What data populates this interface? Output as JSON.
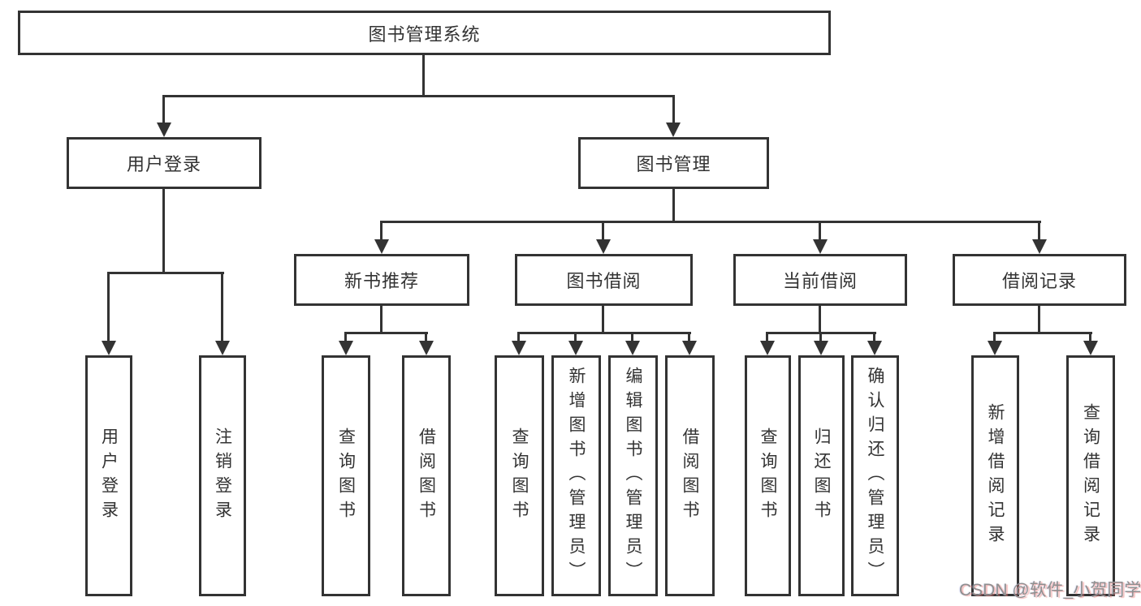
{
  "diagram_type": "hierarchy-tree",
  "colors": {
    "line": "#333333",
    "text": "#333333",
    "background": "#ffffff",
    "watermark": "#8f8f8f"
  },
  "tree": {
    "label": "图书管理系统",
    "children": [
      {
        "label": "用户登录",
        "children": [
          {
            "label": "用户登录"
          },
          {
            "label": "注销登录"
          }
        ]
      },
      {
        "label": "图书管理",
        "children": [
          {
            "label": "新书推荐",
            "children": [
              {
                "label": "查询图书"
              },
              {
                "label": "借阅图书"
              }
            ]
          },
          {
            "label": "图书借阅",
            "children": [
              {
                "label": "查询图书"
              },
              {
                "label": "新增图书（管理员）"
              },
              {
                "label": "编辑图书（管理员）"
              },
              {
                "label": "借阅图书"
              }
            ]
          },
          {
            "label": "当前借阅",
            "children": [
              {
                "label": "查询图书"
              },
              {
                "label": "归还图书"
              },
              {
                "label": "确认归还（管理员）"
              }
            ]
          },
          {
            "label": "借阅记录",
            "children": [
              {
                "label": "新增借阅记录"
              },
              {
                "label": "查询借阅记录"
              }
            ]
          }
        ]
      }
    ]
  },
  "watermark": {
    "text": "CSDN @软件_小贺同学"
  }
}
